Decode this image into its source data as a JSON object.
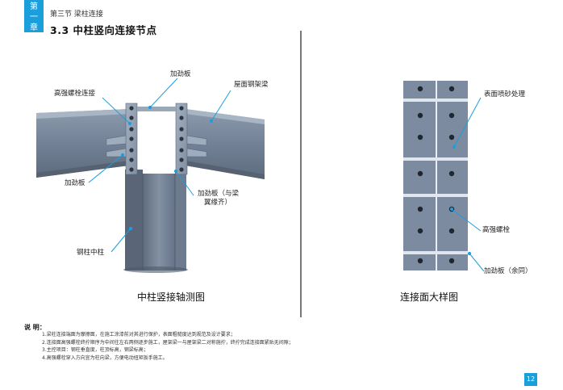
{
  "header": {
    "chapter_tab": [
      "第",
      "一",
      "章"
    ],
    "section": "第三节  梁柱连接",
    "title": "3.3  中柱竖向连接节点"
  },
  "left_figure": {
    "caption": "中柱竖接轴测图",
    "labels": {
      "stiffener_top": "加劲板",
      "hs_bolt_connection": "高强螺栓连接",
      "roof_beam": "屋面钢架梁",
      "stiffener_left": "加劲板",
      "stiffener_flange_line1": "加劲板（与梁",
      "stiffener_flange_line2": "翼缘齐）",
      "steel_column": "钢柱中柱"
    }
  },
  "right_figure": {
    "caption": "连接面大样图",
    "labels": {
      "sandblast": "表面喷砂处理",
      "hs_bolt": "高强螺栓",
      "stiffener_same": "加劲板（余同）"
    }
  },
  "notes": {
    "title": "说  明：",
    "items": [
      "1.梁柱连接端面为摩擦面，在施工涂漆前对其进行保护，表面粗糙度达到规范及设计要求；",
      "2.连接面高强螺栓终拧顺序为中间往左右两侧逐步施工，屋架梁一与屋架梁二对称施拧，终拧完成连接面紧贴无间隙；",
      "3.主控项目：钢柱垂直度，柱顶标高，钢梁标高；",
      "4.高强螺栓穿入方向宜为柱向梁，方便电动扭矩扳手施工。"
    ]
  },
  "page_number": "12",
  "colors": {
    "accent": "#1a9fdc",
    "steel": "#7d8c9e",
    "steel_dark": "#5b6878"
  }
}
